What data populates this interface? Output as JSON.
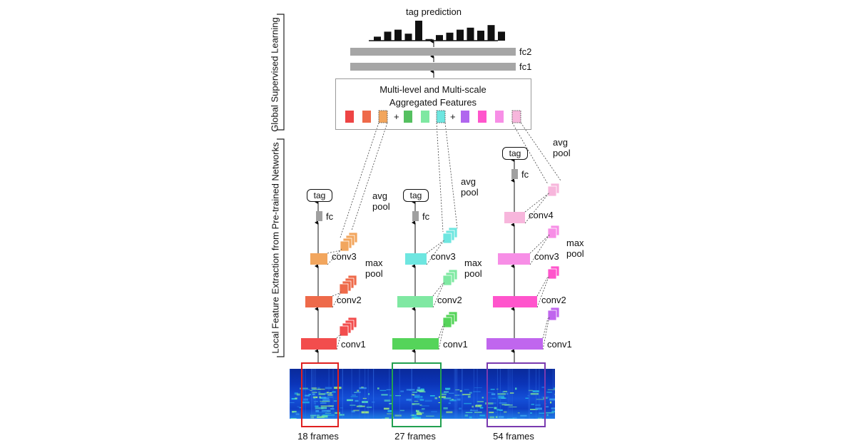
{
  "top": {
    "output_label": "tag prediction",
    "fc2_label": "fc2",
    "fc1_label": "fc1",
    "aggregate_title_line1": "Multi-level and Multi-scale",
    "aggregate_title_line2": "Aggregated Features",
    "plus_sign": "+"
  },
  "side_labels": {
    "global": "Global Supervised Learning",
    "local": "Local Feature Extraction from Pre-trained Networks"
  },
  "networks": [
    {
      "frames_label": "18 frames",
      "tag_label": "tag",
      "fc_label": "fc",
      "layers": [
        "conv1",
        "conv2",
        "conv3"
      ],
      "pool_labels": {
        "max": "max\npool",
        "avg": "avg\npool"
      },
      "colors": {
        "conv1": "#f24d4d",
        "conv2": "#ee6a4a",
        "conv3": "#f2a65e",
        "frame": "#e02020"
      }
    },
    {
      "frames_label": "27 frames",
      "tag_label": "tag",
      "fc_label": "fc",
      "layers": [
        "conv1",
        "conv2",
        "conv3"
      ],
      "pool_labels": {
        "max": "max\npool",
        "avg": "avg\npool"
      },
      "colors": {
        "conv1": "#55d45a",
        "conv2": "#7fe8a2",
        "conv3": "#6ee6e0",
        "frame": "#22a050"
      }
    },
    {
      "frames_label": "54 frames",
      "tag_label": "tag",
      "fc_label": "fc",
      "layers": [
        "conv1",
        "conv2",
        "conv3",
        "conv4"
      ],
      "pool_labels": {
        "max": "max\npool",
        "avg": "avg\npool"
      },
      "colors": {
        "conv1": "#c066ee",
        "conv2": "#ff55cc",
        "conv3": "#f78ee6",
        "conv4": "#f7b6dc",
        "frame": "#7a3ab0"
      }
    }
  ],
  "histogram_values": [
    0.2,
    0.45,
    0.55,
    0.35,
    1.0,
    0.08,
    0.28,
    0.4,
    0.55,
    0.65,
    0.5,
    0.78,
    0.45
  ],
  "feature_colors": [
    "#ee4444",
    "#ee6a4a",
    "#f2a65e",
    "#55c060",
    "#7fe8a2",
    "#6ee6e0",
    "#b066ee",
    "#ff55cc",
    "#f78ee6",
    "#f7b6dc"
  ]
}
